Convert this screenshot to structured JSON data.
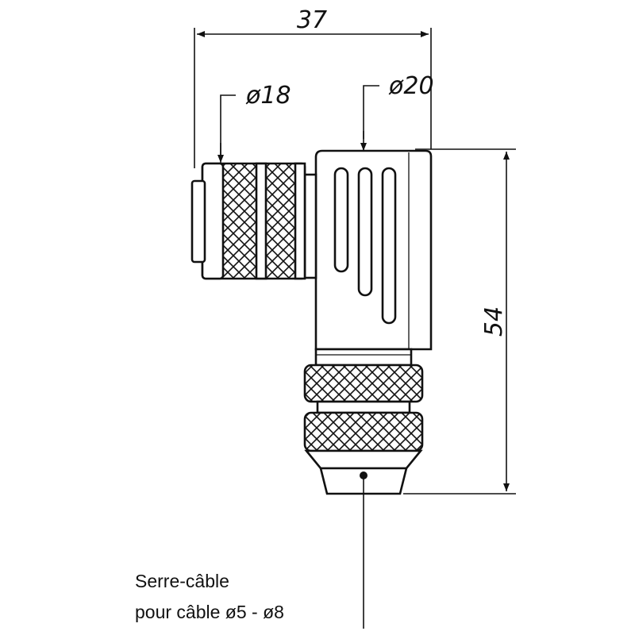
{
  "dimensions": {
    "width": "37",
    "height": "54",
    "diameter_nut": "ø18",
    "diameter_body": "ø20"
  },
  "callout": {
    "line1": "Serre-câble",
    "line2": "pour câble ø5 - ø8"
  }
}
